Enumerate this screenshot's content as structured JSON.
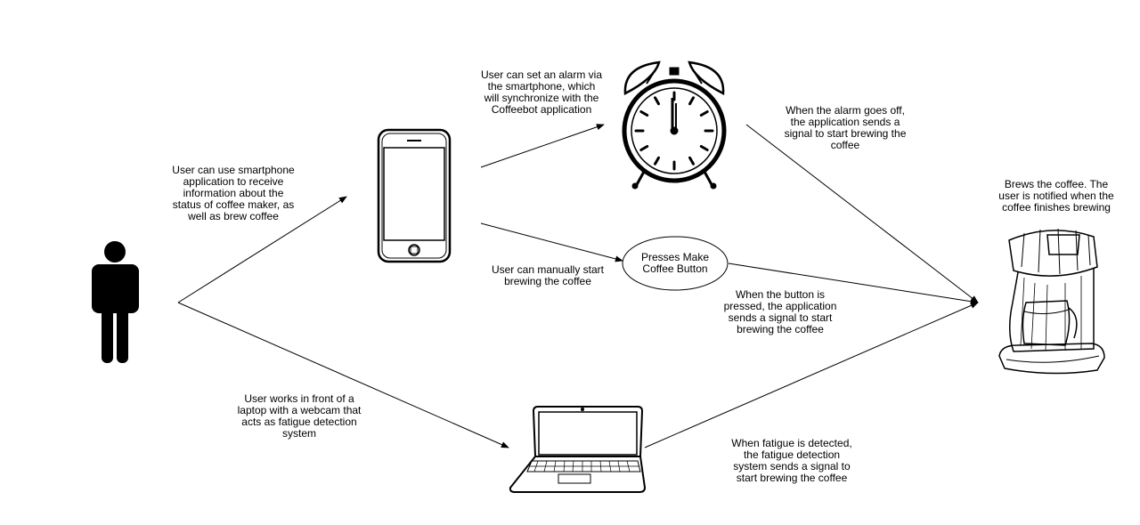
{
  "labels": {
    "smartphone_app": "User can use smartphone\napplication to receive\ninformation about the\nstatus of coffee maker, as\nwell as brew coffee",
    "set_alarm": "User can set an alarm via\nthe smartphone, which\nwill synchronize with the\nCoffeebot application",
    "alarm_goes_off": "When the alarm goes off,\nthe application sends a\nsignal to start brewing the\ncoffee",
    "brews_coffee": "Brews the coffee. The\nuser is notified when the\ncoffee finishes brewing",
    "manual_start": "User can manually start\nbrewing the coffee",
    "make_coffee_button": "Presses Make\nCoffee Button",
    "button_pressed": "When the button is\npressed, the application\nsends a signal to start\nbrewing the coffee",
    "laptop_webcam": "User works in front of a\nlaptop with a webcam that\nacts as fatigue detection\nsystem",
    "fatigue_detected": "When fatigue is detected,\nthe fatigue detection\nsystem sends a signal to\nstart brewing the coffee"
  },
  "icons": {
    "user": "person-icon",
    "phone": "smartphone-icon",
    "alarm": "alarm-clock-icon",
    "coffee": "coffee-maker-icon",
    "laptop": "laptop-icon"
  }
}
